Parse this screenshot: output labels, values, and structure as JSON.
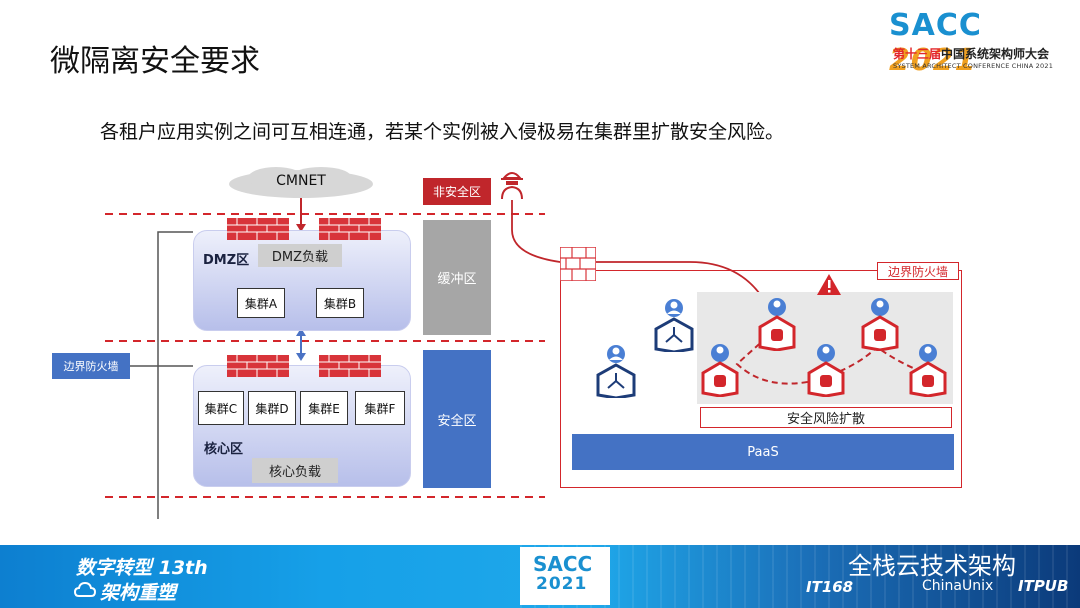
{
  "header": {
    "title": "微隔离安全要求",
    "logo": {
      "brand": "SACC",
      "year": "2021",
      "cn_prefix": "第十三届",
      "cn_suffix": "中国系统架构师大会",
      "en": "SYSTEM ARCHITECT CONFERENCE CHINA 2021"
    }
  },
  "subtitle": "各租户应用实例之间可互相连通，若某个实例被入侵极易在集群里扩散安全风险。",
  "left_diagram": {
    "cloud_label": "CMNET",
    "dmz": {
      "zone_label": "DMZ区",
      "lb_label": "DMZ负载",
      "clusters": [
        "集群A",
        "集群B"
      ]
    },
    "core": {
      "zone_label": "核心区",
      "lb_label": "核心负载",
      "clusters": [
        "集群C",
        "集群D",
        "集群E",
        "集群F"
      ]
    },
    "border_firewall_label": "边界防火墙",
    "buffer_zone_label": "缓冲区",
    "safe_zone_label": "安全区",
    "unsafe_zone_label": "非安全区"
  },
  "right_diagram": {
    "border_firewall_label": "边界防火墙",
    "risk_label": "安全风险扩散",
    "paas_label": "PaaS"
  },
  "footer": {
    "slogan_line1": "数字转型 13th",
    "slogan_line2": "架构重塑",
    "badge_brand": "SACC",
    "badge_year": "2021",
    "watermark": "全栈云技术架构",
    "partners": [
      "IT168",
      "ChinaUnix",
      "ITPUB"
    ]
  },
  "colors": {
    "accent_red": "#d3262b",
    "firewall_red": "#d8343a",
    "zone_blue": "#b7bfea",
    "safe_blue": "#4472c4",
    "buffer_gray": "#a6a6a6",
    "paas_blue": "#4472c4",
    "brand_blue": "#1a90d0",
    "brand_orange": "#f0a020"
  },
  "icons": [
    "cloud-icon",
    "firewall-icon",
    "hacker-icon",
    "warning-icon",
    "user-hex-icon",
    "infected-hex-icon",
    "bug-icon"
  ]
}
